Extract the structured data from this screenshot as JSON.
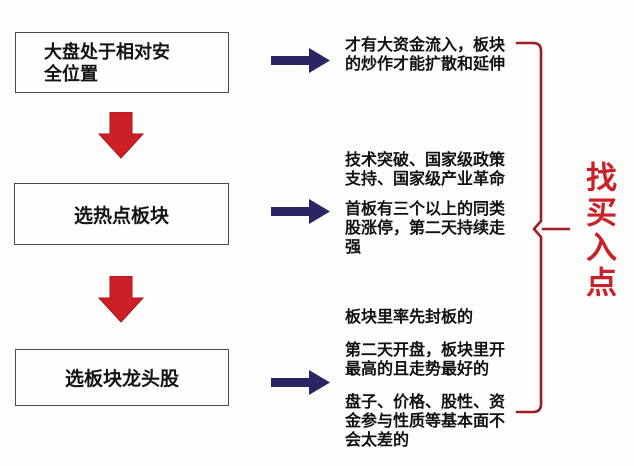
{
  "diagram": {
    "boxes": [
      {
        "lines": [
          "大盘处于相对安",
          "全位置"
        ]
      },
      {
        "lines": [
          "选热点板块"
        ]
      },
      {
        "lines": [
          "选板块龙头股"
        ]
      }
    ],
    "annotations": [
      {
        "lines": [
          "才有大资金流入，板块",
          "的炒作才能扩散和延伸"
        ]
      },
      {
        "lines": [
          "技术突破、国家级政策",
          "支持、国家级产业革命"
        ]
      },
      {
        "lines": [
          "首板有三个以上的同类",
          "股涨停，第二天持续走",
          "强"
        ]
      },
      {
        "lines": [
          "板块里率先封板的"
        ]
      },
      {
        "lines": [
          "第二天开盘，板块里开",
          "最高的且走势最好的"
        ]
      },
      {
        "lines": [
          "盘子、价格、股性、资",
          "金参与性质等基本面不",
          "会太差的"
        ]
      }
    ],
    "brace_label": "找买入点",
    "colors": {
      "red_arrow": "#cc1f26",
      "blue_arrow": "#2a2663",
      "brace": "#9e1c24",
      "label": "#c9202a",
      "box_border": "#4a4a4a",
      "text": "#141414",
      "background": "#fdfdfb"
    }
  }
}
